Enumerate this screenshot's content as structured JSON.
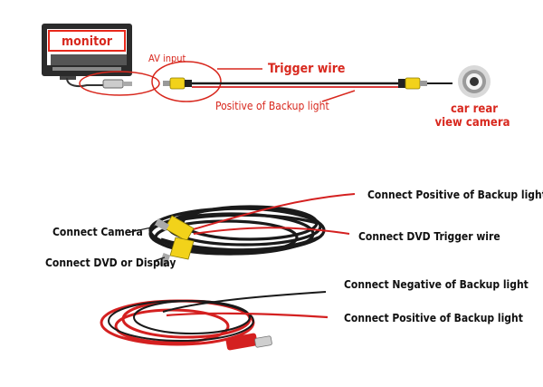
{
  "top_diagram": {
    "monitor_label": "monitor",
    "av_input_label": "AV input",
    "trigger_wire_label": "Trigger wire",
    "positive_backup_label": "Positive of Backup light",
    "camera_label_line1": "car rear",
    "camera_label_line2": "view camera"
  },
  "bottom_diagram": {
    "connect_positive_top": "Connect Positive of Backup light",
    "connect_camera": "Connect Camera",
    "connect_dvd_trigger": "Connect DVD Trigger wire",
    "connect_dvd_display": "Connect DVD or Display",
    "connect_negative": "Connect Negative of Backup light",
    "connect_positive_bottom": "Connect Positive of Backup light"
  },
  "colors": {
    "accent_red": "#d8281e",
    "monitor_label_bg": "#e8291c",
    "rca_yellow": "#f2d21a",
    "wire_black": "#1a1a1a",
    "wire_red": "#d42020"
  }
}
